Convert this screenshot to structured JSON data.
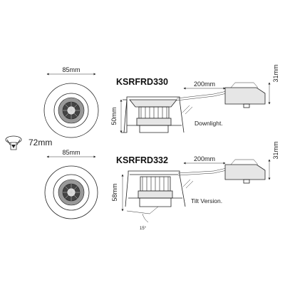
{
  "products": [
    {
      "model": "KSRFRD330",
      "front_width": "85mm",
      "height": "50mm",
      "cable_length": "200mm",
      "driver_height": "31mm",
      "version": "Downlight."
    },
    {
      "model": "KSRFRD332",
      "front_width": "85mm",
      "height": "58mm",
      "cable_length": "200mm",
      "driver_height": "31mm",
      "version": "Tilt Version.",
      "tilt_angle": "15°"
    }
  ],
  "cutout": {
    "size": "72mm",
    "icon": "cutout-hole-icon"
  }
}
